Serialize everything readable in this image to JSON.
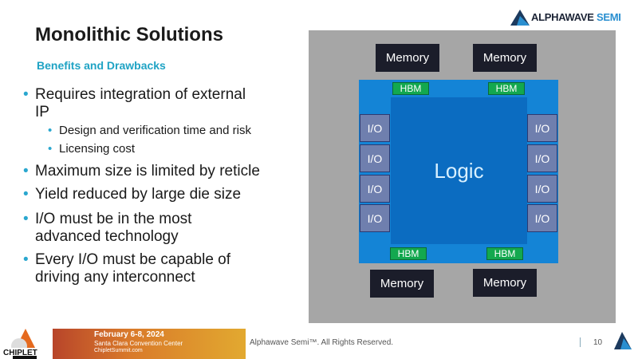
{
  "header": {
    "title": "Monolithic Solutions",
    "subtitle": "Benefits and Drawbacks",
    "logo": {
      "name": "ALPHAWAVE",
      "suffix": "SEMI"
    }
  },
  "bullets": [
    {
      "text": "Requires integration of external IP",
      "line1": "Requires integration of external",
      "line2": "IP",
      "sub": [
        "Design and verification time and risk",
        "Licensing cost"
      ]
    },
    {
      "text": "Maximum size is limited by reticle"
    },
    {
      "text": "Yield reduced by large die size"
    },
    {
      "text": "I/O must be in the most advanced technology",
      "line1": "I/O must be in the most",
      "line2": "advanced technology"
    },
    {
      "text": "Every I/O must be capable of driving any interconnect",
      "line1": "Every I/O must be capable of",
      "line2": "driving any interconnect"
    }
  ],
  "diagram": {
    "memory": "Memory",
    "hbm": "HBM",
    "io": "I/O",
    "logic": "Logic"
  },
  "footer": {
    "banner": {
      "date": "February 6-8, 2024",
      "venue": "Santa Clara Convention Center",
      "site": "ChipletSummit.com",
      "logo": "CHIPLET SUMMIT"
    },
    "copyright": "Alphawave Semi™. All Rights Reserved.",
    "page": "10"
  },
  "colors": {
    "accent": "#2aa7cf",
    "die": "#1484d6",
    "logic": "#0b6cc1",
    "hbm": "#13a84f",
    "memory": "#1b1d2a",
    "io": "#6f7fae"
  }
}
